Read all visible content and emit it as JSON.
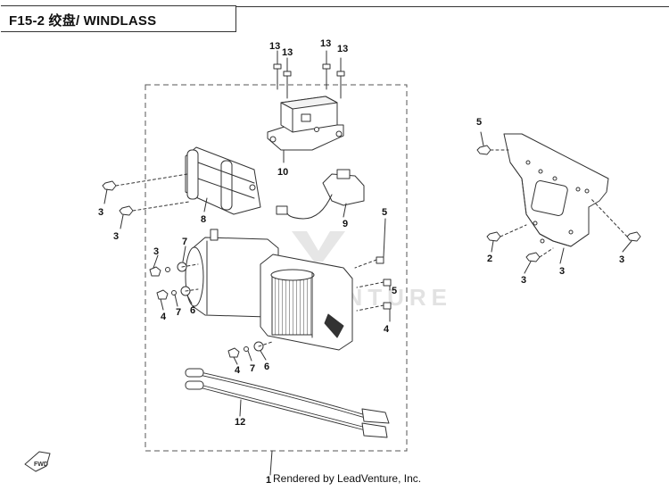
{
  "header": {
    "title": "F15-2 绞盘/ WINDLASS"
  },
  "watermark": {
    "text": "LEADVENTURE"
  },
  "footer": {
    "credit": "Rendered by LeadVenture, Inc."
  },
  "callouts": [
    "13",
    "13",
    "13",
    "13",
    "10",
    "3",
    "8",
    "9",
    "3",
    "3",
    "7",
    "5",
    "4",
    "7",
    "6",
    "5",
    "4",
    "4",
    "7",
    "6",
    "5",
    "3",
    "2",
    "3",
    "3",
    "12",
    "1"
  ],
  "colors": {
    "line": "#333333",
    "dashed_border": "#555555",
    "watermark": "#e2e2e2"
  },
  "icons": {
    "direction": "fwd-arrow-icon"
  }
}
